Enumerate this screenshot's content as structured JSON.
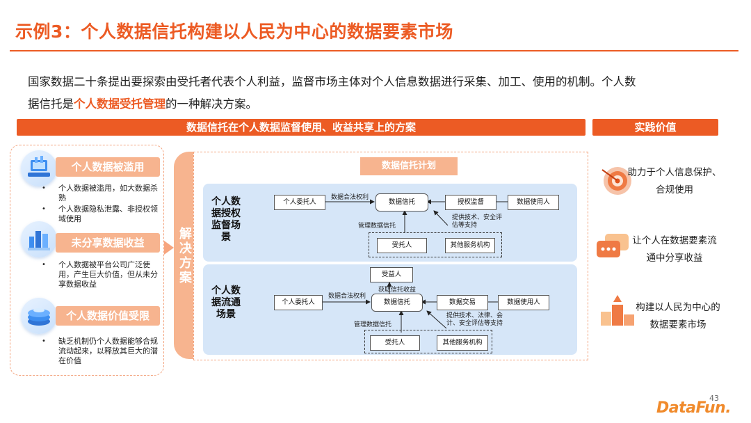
{
  "title": "示例3：个人数据信托构建以人民为中心的数据要素市场",
  "intro": {
    "line1": "国家数据二十条提出要探索由受托者代表个人利益，监督市场主体对个人信息数据进行采集、加工、使用的机制。个人数",
    "line2_pre": "据信托是",
    "line2_highlight": "个人数据受托管理",
    "line2_post": "的一种解决方案。"
  },
  "center_banner": "数据信托在个人数据监督使用、收益共享上的方案",
  "right_banner": "实践价值",
  "problems": [
    {
      "label": "个人数据被滥用",
      "icon": "data-platform-icon",
      "bullets": [
        "个人数据被滥用，如大数据杀熟",
        "个人数据隐私泄露、非授权领域使用"
      ]
    },
    {
      "label": "未分享数据收益",
      "icon": "buildings-chart-icon",
      "bullets": [
        "个人数据被平台公司广泛使用，产生巨大价值，但从未分享数据收益"
      ]
    },
    {
      "label": "个人数据价值受限",
      "icon": "database-stack-icon",
      "bullets": [
        "缺乏机制仍个人数据能够合规流动起来，以释放其巨大的潜在价值"
      ]
    }
  ],
  "solution_label": "解决方案",
  "plan_title": "数据信托计划",
  "scene1": {
    "label": "个人数据授权监督场景",
    "nodes": {
      "principal": "个人委托人",
      "trust": "数据信托",
      "auth": "授权监督",
      "user": "数据使用人",
      "trustee": "受托人",
      "other": "其他服务机构"
    },
    "edges": {
      "rights": "数据合法权利",
      "manage": "管理数据信托",
      "support": "提供技术、安全评估等支持"
    }
  },
  "scene2": {
    "label": "个人数据流通场景",
    "nodes": {
      "beneficiary": "受益人",
      "principal": "个人委托人",
      "trust": "数据信托",
      "trade": "数据交易",
      "user": "数据使用人",
      "trustee": "受托人",
      "other": "其他服务机构"
    },
    "edges": {
      "income": "获取信托收益",
      "rights": "数据合法权利",
      "manage": "管理数据信托",
      "support": "提供技术、法律、会计、安全评估等支持"
    }
  },
  "values": [
    {
      "icon": "target-icon",
      "line1": "助力于个人信息保护、",
      "line2": "合规使用"
    },
    {
      "icon": "chat-bubbles-icon",
      "line1": "让个人在数据要素流",
      "line2": "通中分享收益"
    },
    {
      "icon": "podium-icon",
      "line1": "构建以人民为中心的",
      "line2": "数据要素市场"
    }
  ],
  "page_number": "43",
  "logo": "DataFun."
}
